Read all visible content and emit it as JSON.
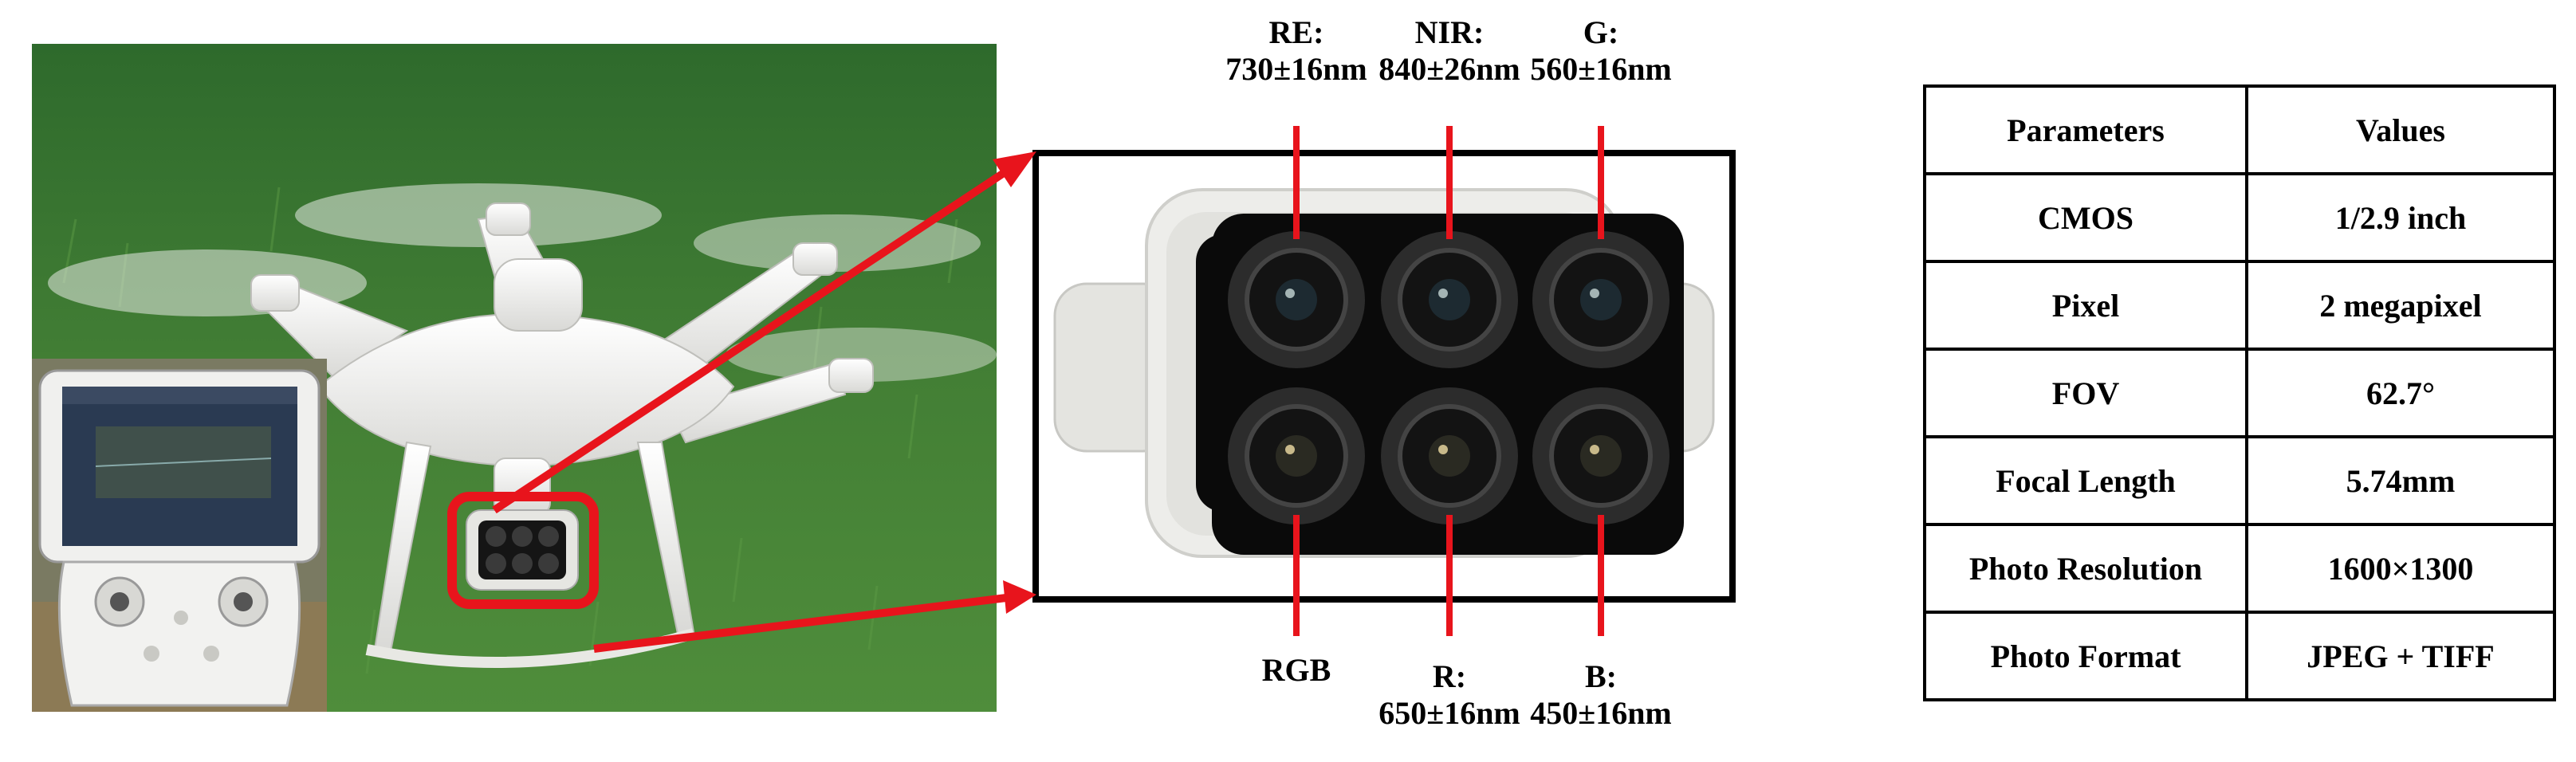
{
  "callouts": {
    "re": {
      "name": "RE:",
      "wave": "730±16nm"
    },
    "nir": {
      "name": "NIR:",
      "wave": "840±26nm"
    },
    "g": {
      "name": "G:",
      "wave": "560±16nm"
    },
    "rgb": {
      "name": "RGB",
      "wave": ""
    },
    "r": {
      "name": "R:",
      "wave": "650±16nm"
    },
    "b": {
      "name": "B:",
      "wave": "450±16nm"
    }
  },
  "table": {
    "headers": [
      "Parameters",
      "Values"
    ],
    "rows": [
      [
        "CMOS",
        "1/2.9 inch"
      ],
      [
        "Pixel",
        "2 megapixel"
      ],
      [
        "FOV",
        "62.7°"
      ],
      [
        "Focal Length",
        "5.74mm"
      ],
      [
        "Photo Resolution",
        "1600×1300"
      ],
      [
        "Photo Format",
        "JPEG + TIFF"
      ]
    ]
  },
  "colors": {
    "accent_red": "#e8141c",
    "grass_green": "#3f7a35",
    "lens_black": "#0a0a0a",
    "drone_white": "#f2f2f0"
  }
}
